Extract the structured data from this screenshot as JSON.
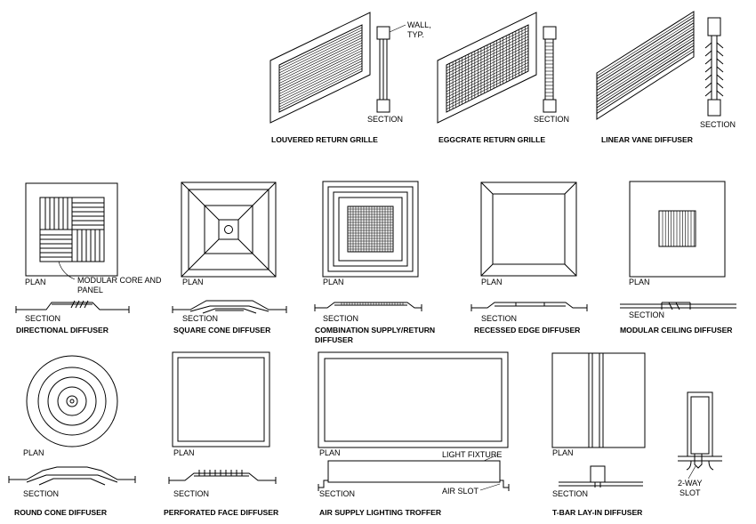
{
  "items": {
    "louvered_return_grille": {
      "title": "LOUVERED RETURN GRILLE",
      "section": "SECTION",
      "wall_label_1": "WALL,",
      "wall_label_2": "TYP."
    },
    "eggcrate_return_grille": {
      "title": "EGGCRATE RETURN GRILLE",
      "section": "SECTION"
    },
    "linear_vane_diffuser": {
      "title": "LINEAR VANE DIFFUSER",
      "section": "SECTION"
    },
    "directional_diffuser": {
      "title": "DIRECTIONAL DIFFUSER",
      "plan": "PLAN",
      "section": "SECTION",
      "callout_1": "MODULAR CORE AND",
      "callout_2": "PANEL"
    },
    "square_cone_diffuser": {
      "title": "SQUARE CONE DIFFUSER",
      "plan": "PLAN",
      "section": "SECTION"
    },
    "combination_diffuser": {
      "title_1": "COMBINATION SUPPLY/RETURN",
      "title_2": "DIFFUSER",
      "plan": "PLAN",
      "section": "SECTION"
    },
    "recessed_edge_diffuser": {
      "title": "RECESSED EDGE DIFFUSER",
      "plan": "PLAN",
      "section": "SECTION"
    },
    "modular_ceiling_diffuser": {
      "title": "MODULAR CEILING DIFFUSER",
      "plan": "PLAN",
      "section": "SECTION"
    },
    "round_cone_diffuser": {
      "title": "ROUND CONE DIFFUSER",
      "plan": "PLAN",
      "section": "SECTION"
    },
    "perforated_face_diffuser": {
      "title": "PERFORATED FACE DIFFUSER",
      "plan": "PLAN",
      "section": "SECTION"
    },
    "air_supply_lighting_troffer": {
      "title": "AIR SUPPLY LIGHTING TROFFER",
      "plan": "PLAN",
      "section": "SECTION",
      "callout_light": "LIGHT FIXTURE",
      "callout_slot": "AIR SLOT"
    },
    "tbar_layin_diffuser": {
      "title": "T-BAR LAY-IN DIFFUSER",
      "plan": "PLAN",
      "section": "SECTION",
      "slot_label_1": "2-WAY",
      "slot_label_2": "SLOT"
    }
  }
}
